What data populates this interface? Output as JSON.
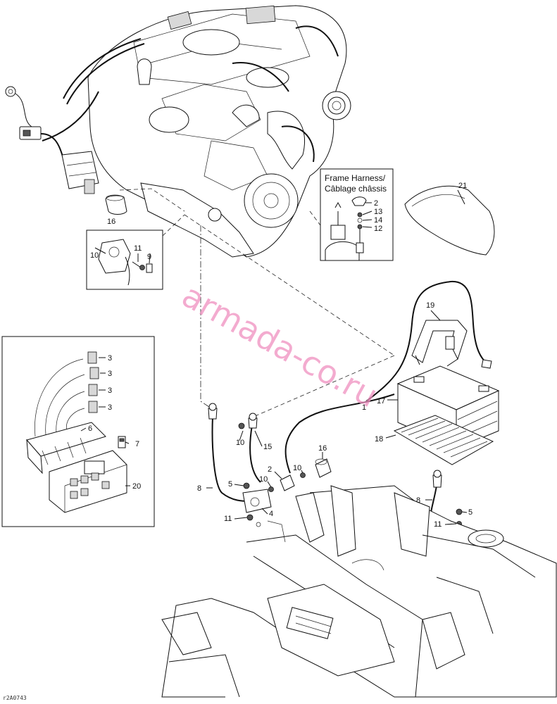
{
  "frame_harness_label": {
    "line1": "Frame Harness/",
    "line2": "Câblage châssis"
  },
  "watermark": "armada-co.ru",
  "footer_code": "r2A0743",
  "callouts": [
    {
      "id": "c-21",
      "text": "21"
    },
    {
      "id": "c-2a",
      "text": "2"
    },
    {
      "id": "c-13",
      "text": "13"
    },
    {
      "id": "c-14",
      "text": "14"
    },
    {
      "id": "c-12",
      "text": "12"
    },
    {
      "id": "c-16a",
      "text": "16"
    },
    {
      "id": "c-10a",
      "text": "10"
    },
    {
      "id": "c-11a",
      "text": "11"
    },
    {
      "id": "c-9",
      "text": "9"
    },
    {
      "id": "c-19",
      "text": "19"
    },
    {
      "id": "c-1",
      "text": "1"
    },
    {
      "id": "c-17",
      "text": "17"
    },
    {
      "id": "c-18",
      "text": "18"
    },
    {
      "id": "c-3a",
      "text": "3"
    },
    {
      "id": "c-3b",
      "text": "3"
    },
    {
      "id": "c-3c",
      "text": "3"
    },
    {
      "id": "c-3d",
      "text": "3"
    },
    {
      "id": "c-6",
      "text": "6"
    },
    {
      "id": "c-7",
      "text": "7"
    },
    {
      "id": "c-20",
      "text": "20"
    },
    {
      "id": "c-10b",
      "text": "10"
    },
    {
      "id": "c-15",
      "text": "15"
    },
    {
      "id": "c-16b",
      "text": "16"
    },
    {
      "id": "c-2b",
      "text": "2"
    },
    {
      "id": "c-10c",
      "text": "10"
    },
    {
      "id": "c-8a",
      "text": "8"
    },
    {
      "id": "c-5a",
      "text": "5"
    },
    {
      "id": "c-10d",
      "text": "10"
    },
    {
      "id": "c-11b",
      "text": "11"
    },
    {
      "id": "c-4",
      "text": "4"
    },
    {
      "id": "c-8b",
      "text": "8"
    },
    {
      "id": "c-5b",
      "text": "5"
    },
    {
      "id": "c-11c",
      "text": "11"
    }
  ]
}
